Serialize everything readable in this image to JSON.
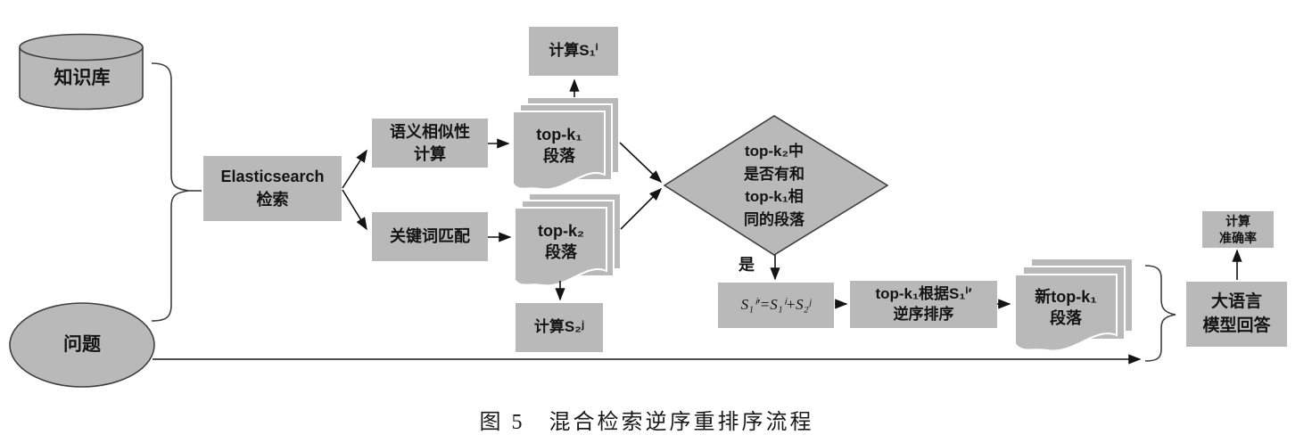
{
  "diagram": {
    "caption": "图 5　混合检索逆序重排序流程",
    "nodes": {
      "knowledge_base": "知识库",
      "question": "问题",
      "elasticsearch": "Elasticsearch\n检索",
      "semantic": "语义相似性\n计算",
      "keyword": "关键词匹配",
      "topk1": "top-k₁\n段落",
      "topk2": "top-k₂\n段落",
      "calc_s1": "计算S₁ⁱ",
      "calc_s2": "计算S₂ʲ",
      "decision": "top-k₂中\n是否有和\ntop-k₁相\n同的段落",
      "yes": "是",
      "formula": "S₁ⁱ′=S₁ⁱ+S₂ʲ",
      "sort": "top-k₁根据S₁ⁱ′\n逆序排序",
      "new_topk1": "新top-k₁\n段落",
      "llm": "大语言\n模型回答",
      "accuracy": "计算\n准确率"
    },
    "colors": {
      "shape_fill": "#b9b9b9",
      "shape_stroke": "#3f3f3f",
      "arrow": "#141414",
      "text": "#141414",
      "background": "#ffffff"
    }
  }
}
